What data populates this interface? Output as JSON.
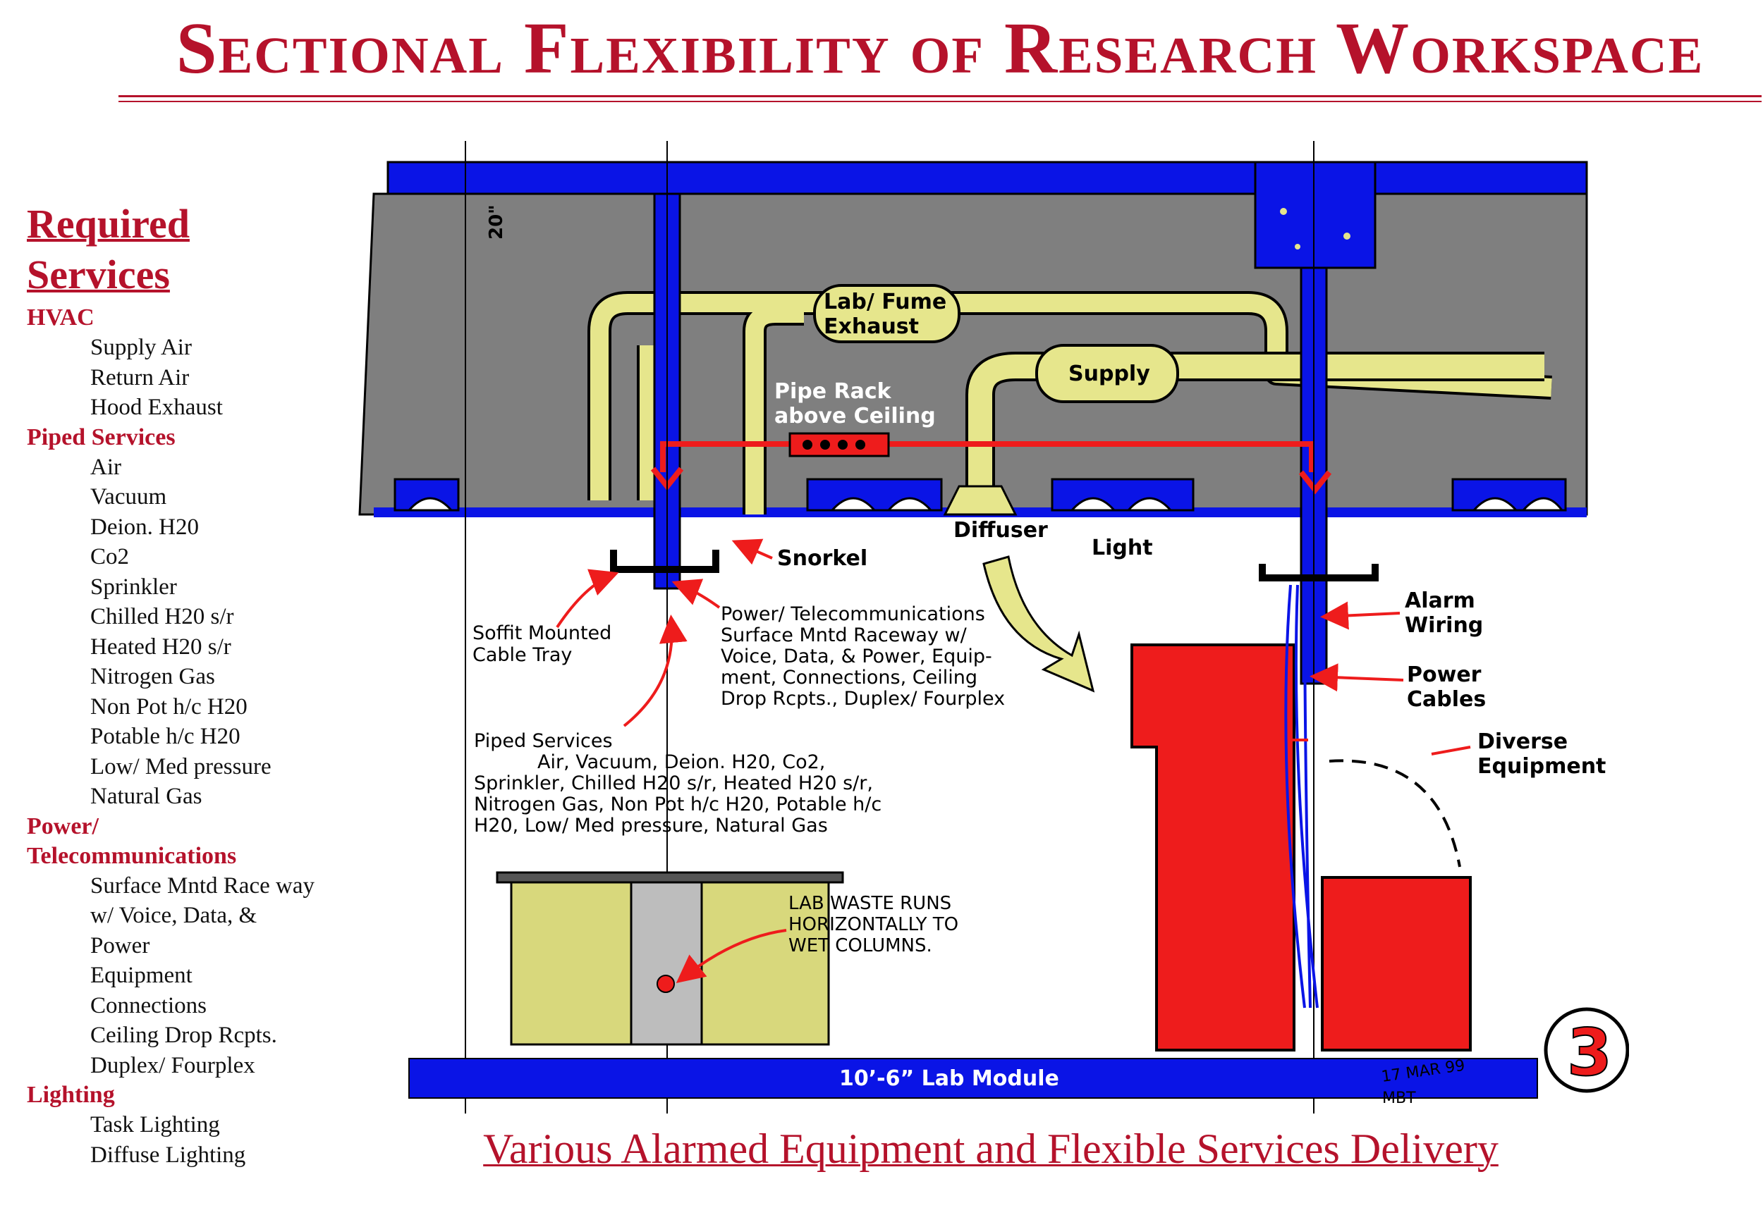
{
  "title": "Sectional Flexibility of Research Workspace",
  "sidebar": {
    "heading": [
      "Required",
      "Services"
    ],
    "categories": [
      {
        "label": "HVAC",
        "items": [
          "Supply Air",
          "Return Air",
          "Hood Exhaust"
        ]
      },
      {
        "label": "Piped Services",
        "items": [
          "Air",
          "Vacuum",
          "Deion. H20",
          "Co2",
          "Sprinkler",
          "Chilled H20 s/r",
          "Heated H20 s/r",
          "Nitrogen Gas",
          "Non Pot h/c H20",
          "Potable h/c H20",
          "Low/ Med pressure",
          "Natural Gas"
        ]
      },
      {
        "label": "Power/ Telecommunications",
        "items": [
          "Surface Mntd Race way w/ Voice, Data, & Power",
          "Equipment",
          "Connections",
          "Ceiling Drop Rcpts.",
          "Duplex/ Fourplex"
        ]
      },
      {
        "label": "Lighting",
        "items": [
          "Task Lighting",
          "Diffuse Lighting"
        ]
      }
    ]
  },
  "diagram": {
    "labels": {
      "lab_fume_exhaust": [
        "Lab/ Fume",
        "Exhaust"
      ],
      "supply": "Supply",
      "pipe_rack": [
        "Pipe Rack",
        "above Ceiling"
      ],
      "diffuser": "Diffuser",
      "light": "Light",
      "snorkel": "Snorkel",
      "soffit": [
        "Soffit Mounted",
        "Cable Tray"
      ],
      "power_telecom": [
        "Power/ Telecommunications",
        "Surface Mntd Raceway w/",
        "Voice, Data, & Power, Equip-",
        "ment, Connections, Ceiling",
        "Drop Rcpts., Duplex/ Fourplex"
      ],
      "piped_services": [
        "Piped Services",
        "Air, Vacuum, Deion. H20, Co2,",
        "Sprinkler, Chilled H20 s/r, Heated H20 s/r,",
        "Nitrogen Gas, Non Pot h/c H20, Potable h/c",
        "H20, Low/ Med pressure, Natural Gas"
      ],
      "lab_waste": [
        "LAB WASTE RUNS",
        "HORIZONTALLY TO",
        "WET COLUMNS."
      ],
      "alarm_wiring": [
        "Alarm",
        "Wiring"
      ],
      "power_cables": [
        "Power",
        "Cables"
      ],
      "diverse_equipment": [
        "Diverse",
        "Equipment"
      ],
      "lab_module": "10’-6” Lab Module",
      "dimension": "20\"",
      "sheet_number": "3",
      "signature": [
        "17 MAR 99",
        "MBT"
      ]
    },
    "colors": {
      "structure": "#0a14e6",
      "ceiling": "#7f7f7f",
      "duct": "#e6e68c",
      "pipe": "#ee1c1c",
      "equipment": "#ee1c1c",
      "bench": "#d8d87c",
      "text_red": "#b5122b"
    }
  },
  "caption": "Various Alarmed Equipment and Flexible Services Delivery"
}
